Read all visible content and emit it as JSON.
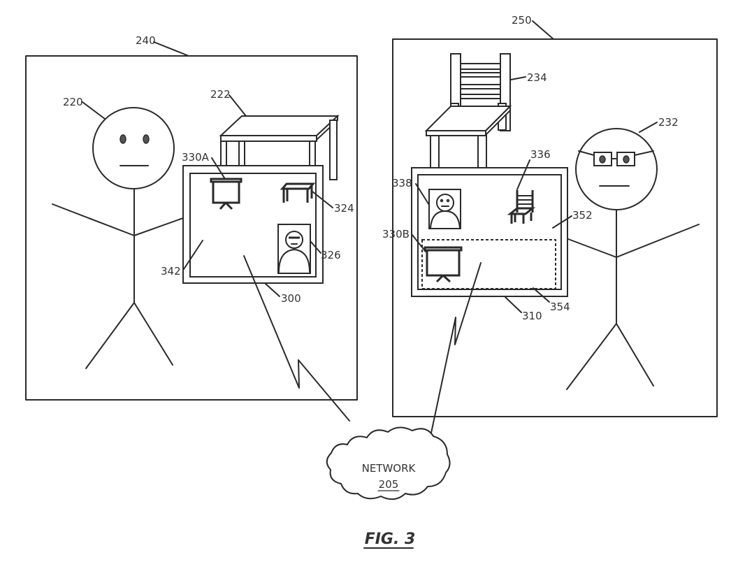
{
  "figure": {
    "caption": "FIG. 3"
  },
  "network": {
    "label": "NETWORK",
    "ref": "205"
  },
  "left_environment": {
    "ref": "240",
    "user_ref": "220",
    "table_ref": "222",
    "display_ref": "300",
    "region_ref": "342",
    "icons": {
      "projector_ref": "330A",
      "table_ref": "324",
      "avatar_ref": "326"
    }
  },
  "right_environment": {
    "ref": "250",
    "user_ref": "232",
    "chair_ref": "234",
    "display_ref": "310",
    "region_ref": "352",
    "shared_region_ref": "354",
    "icons": {
      "chair_ref": "336",
      "avatar_ref": "338",
      "projector_ref": "330B"
    }
  }
}
